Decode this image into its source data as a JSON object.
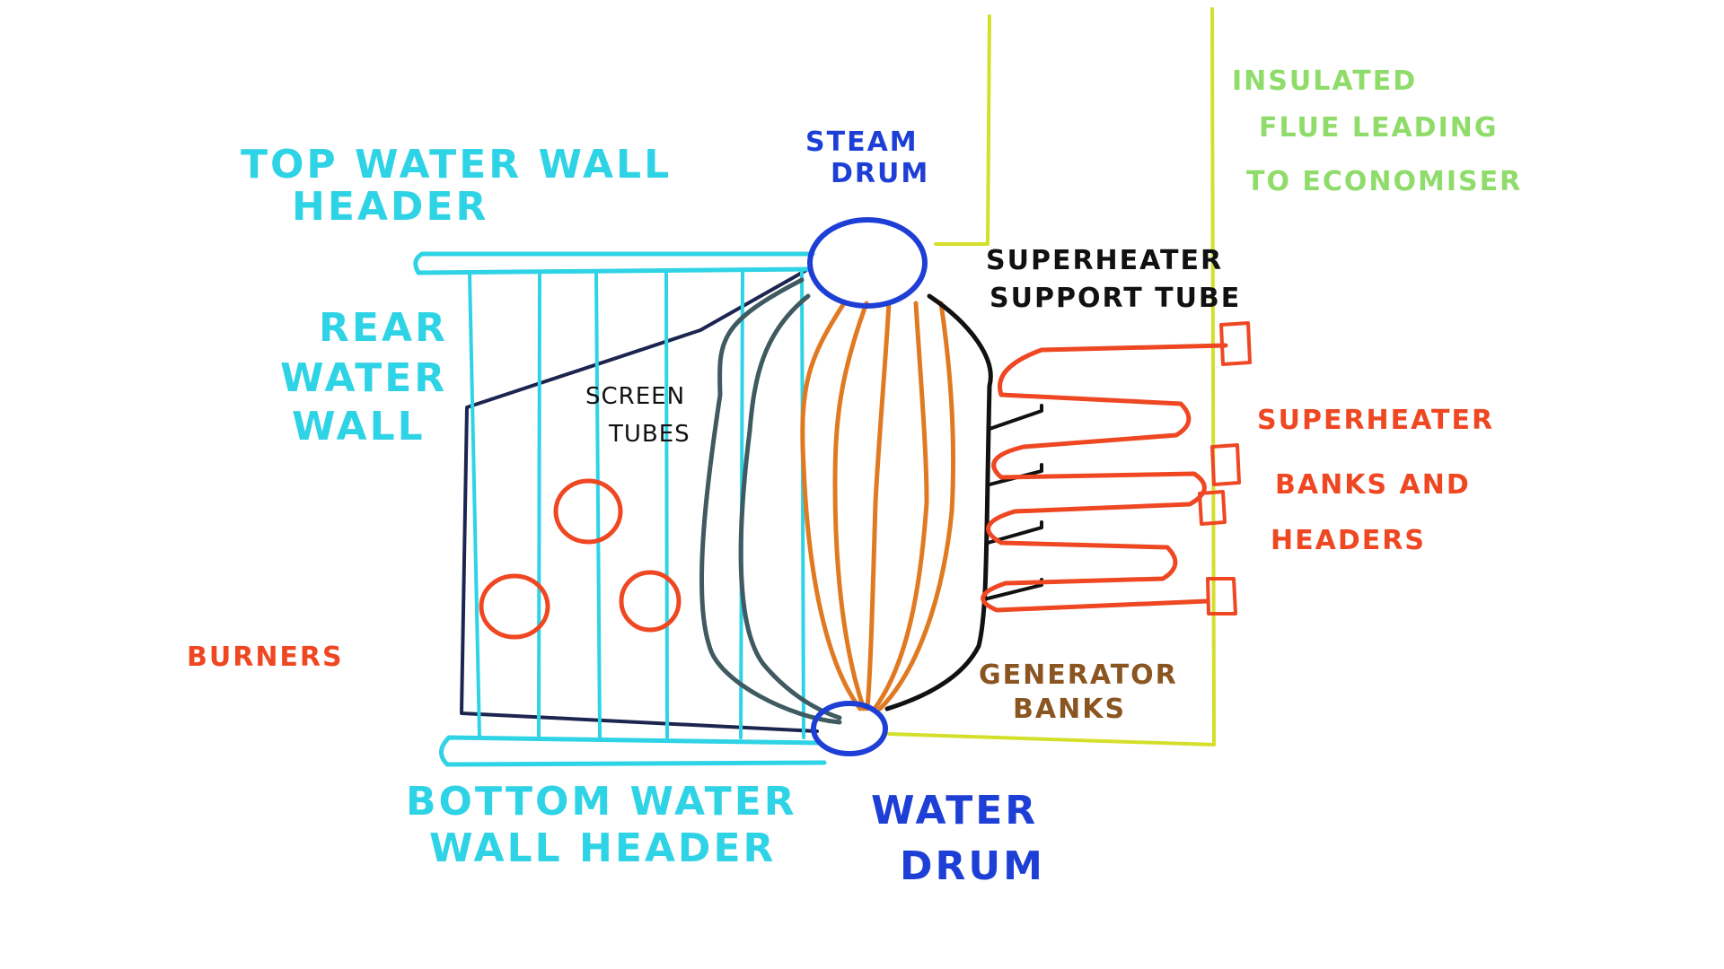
{
  "labels": {
    "top_header": [
      "TOP WATER WALL",
      "HEADER"
    ],
    "steam_drum": [
      "STEAM",
      "DRUM"
    ],
    "flue": [
      "INSULATED",
      "FLUE LEADING",
      "TO ECONOMISER"
    ],
    "superheater_support": [
      "SUPERHEATER",
      "SUPPORT TUBE"
    ],
    "rear_wall": [
      "REAR",
      "WATER",
      "WALL"
    ],
    "screen_tubes": [
      "SCREEN",
      "TUBES"
    ],
    "superheater_banks": [
      "SUPERHEATER",
      "BANKS AND",
      "HEADERS"
    ],
    "burners": "BURNERS",
    "generator_banks": [
      "GENERATOR",
      "BANKS"
    ],
    "bottom_header": [
      "BOTTOM WATER",
      "WALL HEADER"
    ],
    "water_drum": [
      "WATER",
      "DRUM"
    ]
  },
  "colors": {
    "cyan": "#2fd3e6",
    "blue": "#1e3fd6",
    "green": "#8fdc6a",
    "yellow": "#d4df2a",
    "black": "#111111",
    "red": "#ee4722",
    "orange": "#e07a22",
    "brown": "#8a5520",
    "navy": "#1c2550",
    "slate": "#3f5a60"
  }
}
